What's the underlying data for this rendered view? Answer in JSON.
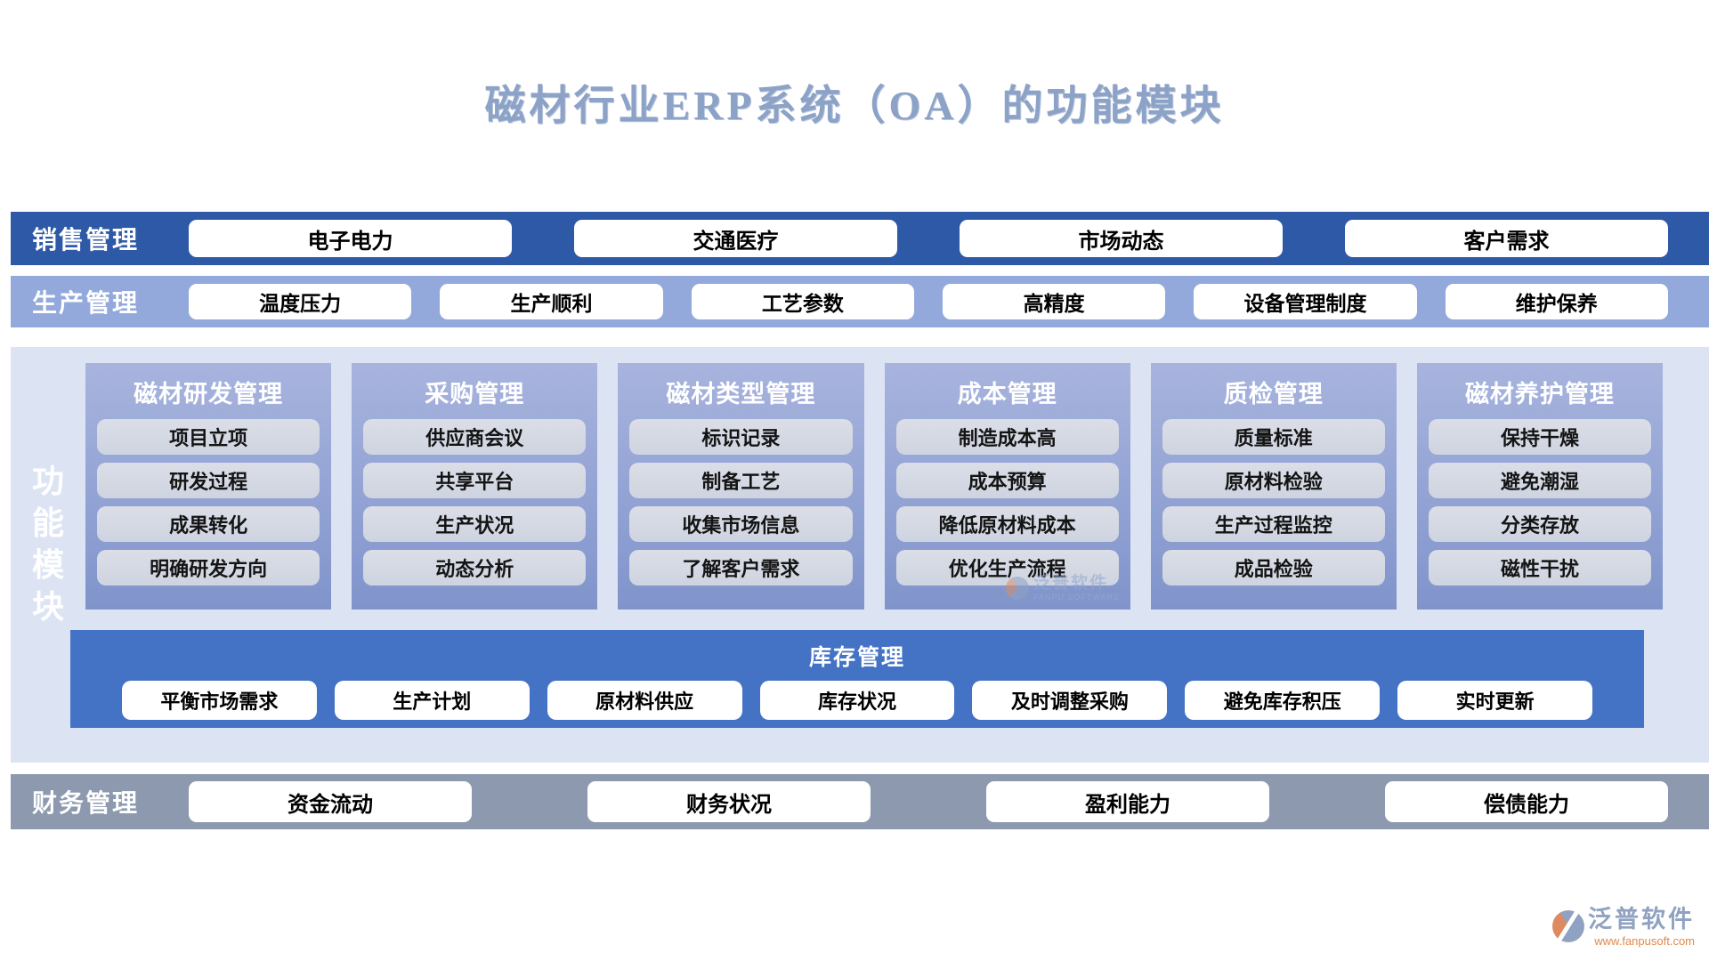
{
  "title": "磁材行业ERP系统（OA）的功能模块",
  "sales": {
    "label": "销售管理",
    "items": [
      "电子电力",
      "交通医疗",
      "市场动态",
      "客户需求"
    ]
  },
  "production": {
    "label": "生产管理",
    "items": [
      "温度压力",
      "生产顺利",
      "工艺参数",
      "高精度",
      "设备管理制度",
      "维护保养"
    ]
  },
  "function_modules": {
    "label": "功能模块",
    "columns": [
      {
        "title": "磁材研发管理",
        "items": [
          "项目立项",
          "研发过程",
          "成果转化",
          "明确研发方向"
        ]
      },
      {
        "title": "采购管理",
        "items": [
          "供应商会议",
          "共享平台",
          "生产状况",
          "动态分析"
        ]
      },
      {
        "title": "磁材类型管理",
        "items": [
          "标识记录",
          "制备工艺",
          "收集市场信息",
          "了解客户需求"
        ]
      },
      {
        "title": "成本管理",
        "items": [
          "制造成本高",
          "成本预算",
          "降低原材料成本",
          "优化生产流程"
        ]
      },
      {
        "title": "质检管理",
        "items": [
          "质量标准",
          "原材料检验",
          "生产过程监控",
          "成品检验"
        ]
      },
      {
        "title": "磁材养护管理",
        "items": [
          "保持干燥",
          "避免潮湿",
          "分类存放",
          "磁性干扰"
        ]
      }
    ],
    "inventory": {
      "title": "库存管理",
      "items": [
        "平衡市场需求",
        "生产计划",
        "原材料供应",
        "库存状况",
        "及时调整采购",
        "避免库存积压",
        "实时更新"
      ]
    }
  },
  "finance": {
    "label": "财务管理",
    "items": [
      "资金流动",
      "财务状况",
      "盈利能力",
      "偿债能力"
    ]
  },
  "branding": {
    "watermark_text": "泛普软件",
    "watermark_sub": "FANPU SOFTWARE",
    "logo_text": "泛普软件",
    "logo_url": "www.fanpusoft.com"
  },
  "colors": {
    "title_text": "#8CA2C6",
    "sales_band": "#2E59A7",
    "production_band": "#93A9DB",
    "modules_background": "#DCE4F4",
    "module_panel_top": "#A8B4DE",
    "module_panel_bottom": "#8094CB",
    "module_item": "#D3D8E3",
    "inventory_band": "#4472C4",
    "finance_band": "#8C99AE",
    "logo_orange": "#DD8A60",
    "logo_blue_gray": "#90A2C2"
  }
}
